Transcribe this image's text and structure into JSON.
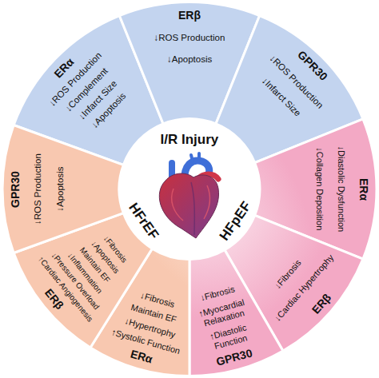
{
  "diagram": {
    "nodes": [
      {
        "text": [
          "ERα",
          "↓ROS Production",
          "↓Complement",
          "↓Infarct Size",
          "↓Apoptosis"
        ]
      },
      {
        "text": [
          "ERβ",
          "↓ROS Production",
          "↓Apoptosis"
        ]
      },
      {
        "text": [
          "GPR30",
          "↓ROS Production",
          "↓Infarct Size"
        ]
      },
      {
        "text": [
          "ERα",
          "↓Diastolic Dysfunction",
          "↓Collagen Deposition"
        ]
      },
      {
        "text": [
          "ERβ",
          "↓Cardiac Hypertrophy",
          "↓Fibrosis"
        ]
      },
      {
        "text": [
          "GPR30",
          "↑Diastolic Function",
          "↑Myocardial Relaxation",
          "↓Fibrosis"
        ]
      },
      {
        "text": [
          "ERα",
          "↑Systolic Function",
          "↓Hypertrophy",
          "Maintain EF",
          "↓Fibrosis"
        ]
      },
      {
        "text": [
          "ERβ",
          "↑Cardiac Angiogenesis",
          "↓Pressure Overload",
          "↓Inflammation",
          "Maintain EF",
          "↓Apoptosis",
          "↓Fibrosis"
        ]
      },
      {
        "text": [
          "GPR30",
          "↓ROS Production",
          "↓Apoptosis"
        ]
      }
    ],
    "labels": [
      "I/R Injury",
      "HFpEF",
      "HFrEF"
    ]
  }
}
